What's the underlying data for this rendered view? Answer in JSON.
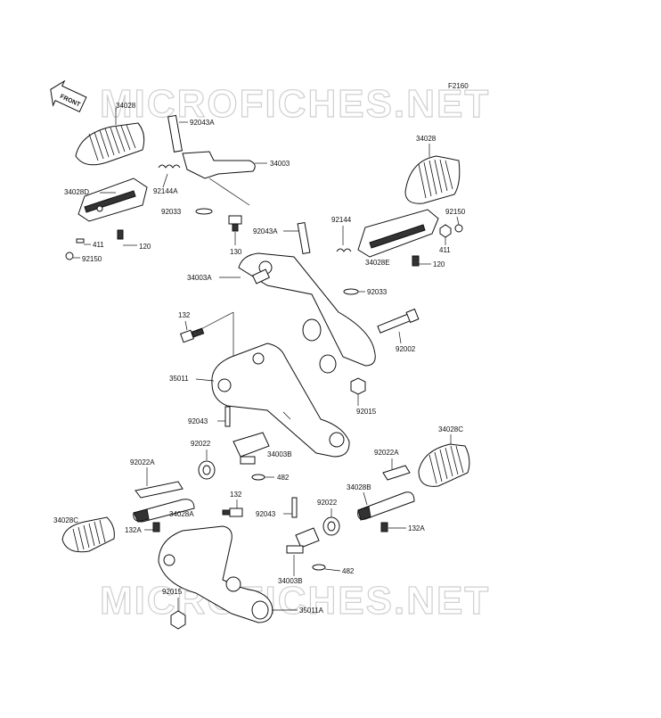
{
  "diagram_code": "F2160",
  "watermark_text": "MICROFICHES.NET",
  "front_arrow_label": "FRONT",
  "parts": {
    "p34028_top_left": "34028",
    "p92043A_top": "92043A",
    "p34003": "34003",
    "p92144A": "92144A",
    "p34028D": "34028D",
    "p92033_left": "92033",
    "p130": "130",
    "p411_left": "411",
    "p120_left": "120",
    "p92150_left": "92150",
    "p34028_top_right": "34028",
    "p92043A_mid": "92043A",
    "p92144": "92144",
    "p92150_right": "92150",
    "p411_right": "411",
    "p34028E": "34028E",
    "p120_right": "120",
    "p34003A": "34003A",
    "p92033_right": "92033",
    "p132_top": "132",
    "p92002": "92002",
    "p35011": "35011",
    "p92015_right": "92015",
    "p92043_mid": "92043",
    "p92022_left": "92022",
    "p34003B_mid": "34003B",
    "p482_mid": "482",
    "p92022A_left": "92022A",
    "p92022A_right": "92022A",
    "p34028C_right": "34028C",
    "p34028B": "34028B",
    "p34028A": "34028A",
    "p132_mid": "132",
    "p92043_low": "92043",
    "p92022_right": "92022",
    "p132A_left": "132A",
    "p132A_right": "132A",
    "p34028C_left": "34028C",
    "p482_low": "482",
    "p34003B_low": "34003B",
    "p92015_left": "92015",
    "p35011A": "35011A"
  }
}
